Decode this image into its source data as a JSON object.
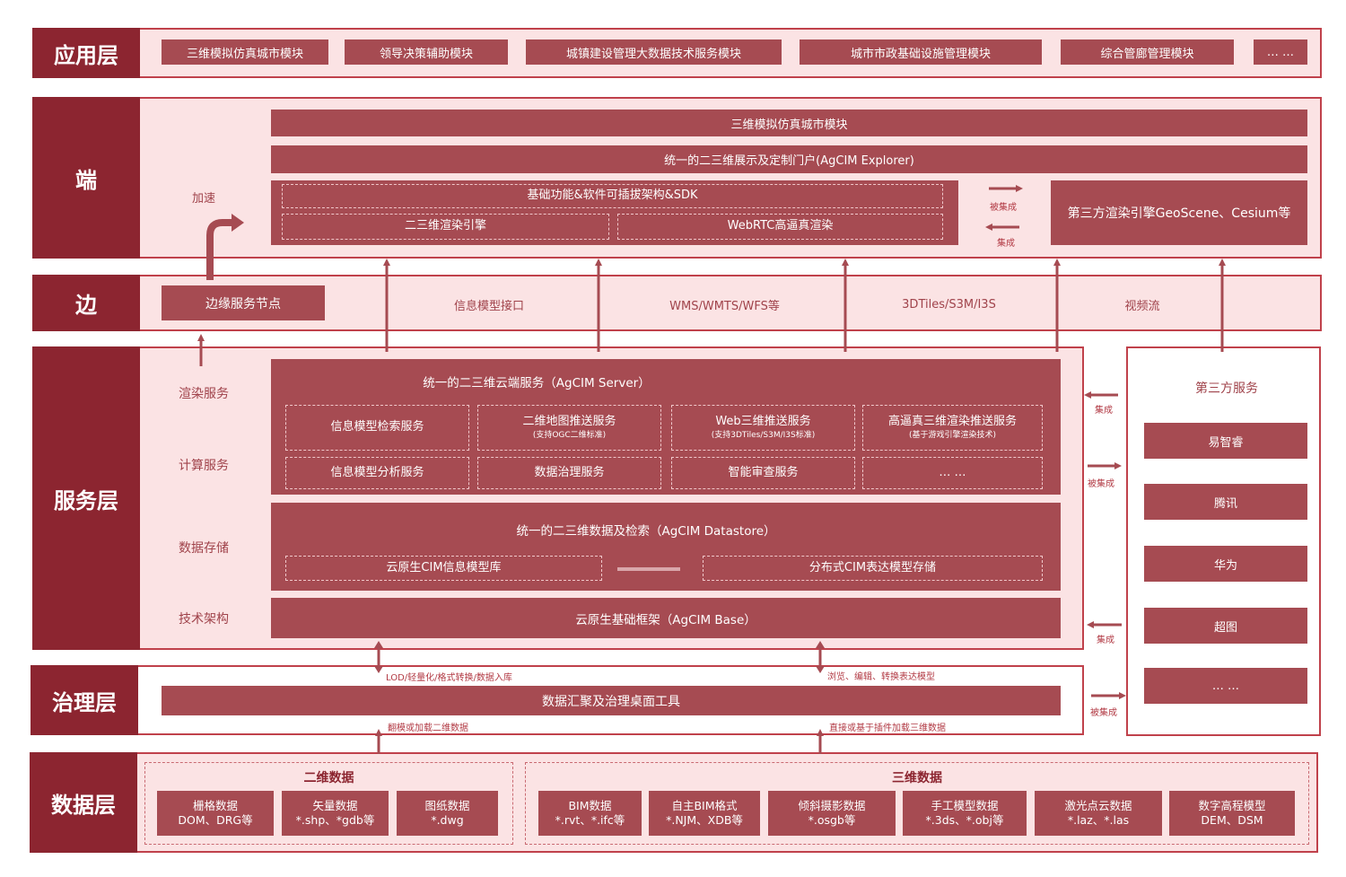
{
  "layers": {
    "app": "应用层",
    "end": "端",
    "edge": "边",
    "service": "服务层",
    "governance": "治理层",
    "data": "数据层"
  },
  "app_modules": [
    "三维模拟仿真城市模块",
    "领导决策辅助模块",
    "城镇建设管理大数据技术服务模块",
    "城市市政基础设施管理模块",
    "综合管廊管理模块",
    "… …"
  ],
  "end_layer": {
    "accelerate": "加速",
    "row1": "三维模拟仿真城市模块",
    "row2": "统一的二三维展示及定制门户(AgCIM Explorer)",
    "sdk": "基础功能&软件可插拔架构&SDK",
    "render_engine": "二三维渲染引擎",
    "webrtc": "WebRTC高逼真渲染",
    "integrated_by": "被集成",
    "integrate": "集成",
    "third_party": "第三方渲染引擎GeoScene、Cesium等"
  },
  "edge_layer": {
    "node": "边缘服务节点",
    "items": [
      "信息模型接口",
      "WMS/WMTS/WFS等",
      "3DTiles/S3M/I3S",
      "视频流"
    ]
  },
  "service_layer": {
    "side_labels": [
      "渲染服务",
      "计算服务",
      "数据存储",
      "技术架构"
    ],
    "server_title": "统一的二三维云端服务（AgCIM Server）",
    "svc": {
      "s1": "信息模型检索服务",
      "s2": "二维地图推送服务",
      "s2_sub": "(支持OGC二维标准)",
      "s3": "Web三维推送服务",
      "s3_sub": "(支持3DTiles/S3M/I3S标准)",
      "s4": "高逼真三维渲染推送服务",
      "s4_sub": "(基于游戏引擎渲染技术)",
      "s5": "信息模型分析服务",
      "s6": "数据治理服务",
      "s7": "智能审查服务",
      "s8": "… …"
    },
    "datastore_title": "统一的二三维数据及检索（AgCIM Datastore）",
    "store1": "云原生CIM信息模型库",
    "store2": "分布式CIM表达模型存储",
    "base": "云原生基础框架（AgCIM Base）",
    "integrate": "集成",
    "integrated_by": "被集成"
  },
  "third_party": {
    "title": "第三方服务",
    "items": [
      "易智睿",
      "腾讯",
      "华为",
      "超图",
      "… …"
    ]
  },
  "governance_layer": {
    "arrow_left_label": "LOD/轻量化/格式转换/数据入库",
    "arrow_right_label": "浏览、编辑、转换表达模型",
    "tool": "数据汇聚及治理桌面工具",
    "bottom_left_label": "翻模或加载二维数据",
    "bottom_right_label": "直接或基于插件加载三维数据"
  },
  "data_layer": {
    "group2d_title": "二维数据",
    "group3d_title": "三维数据",
    "items2d": [
      {
        "name": "栅格数据",
        "detail": "DOM、DRG等"
      },
      {
        "name": "矢量数据",
        "detail": "*.shp、*gdb等"
      },
      {
        "name": "图纸数据",
        "detail": "*.dwg"
      }
    ],
    "items3d": [
      {
        "name": "BIM数据",
        "detail": "*.rvt、*.ifc等"
      },
      {
        "name": "自主BIM格式",
        "detail": "*.NJM、XDB等"
      },
      {
        "name": "倾斜摄影数据",
        "detail": "*.osgb等"
      },
      {
        "name": "手工模型数据",
        "detail": "*.3ds、*.obj等"
      },
      {
        "name": "激光点云数据",
        "detail": "*.laz、*.las"
      },
      {
        "name": "数字高程模型",
        "detail": "DEM、DSM"
      }
    ]
  },
  "colors": {
    "label_bg": "#8c2530",
    "box_bg": "#a64b52",
    "band_bg": "#fbe3e4",
    "band_border": "#c0414b"
  }
}
